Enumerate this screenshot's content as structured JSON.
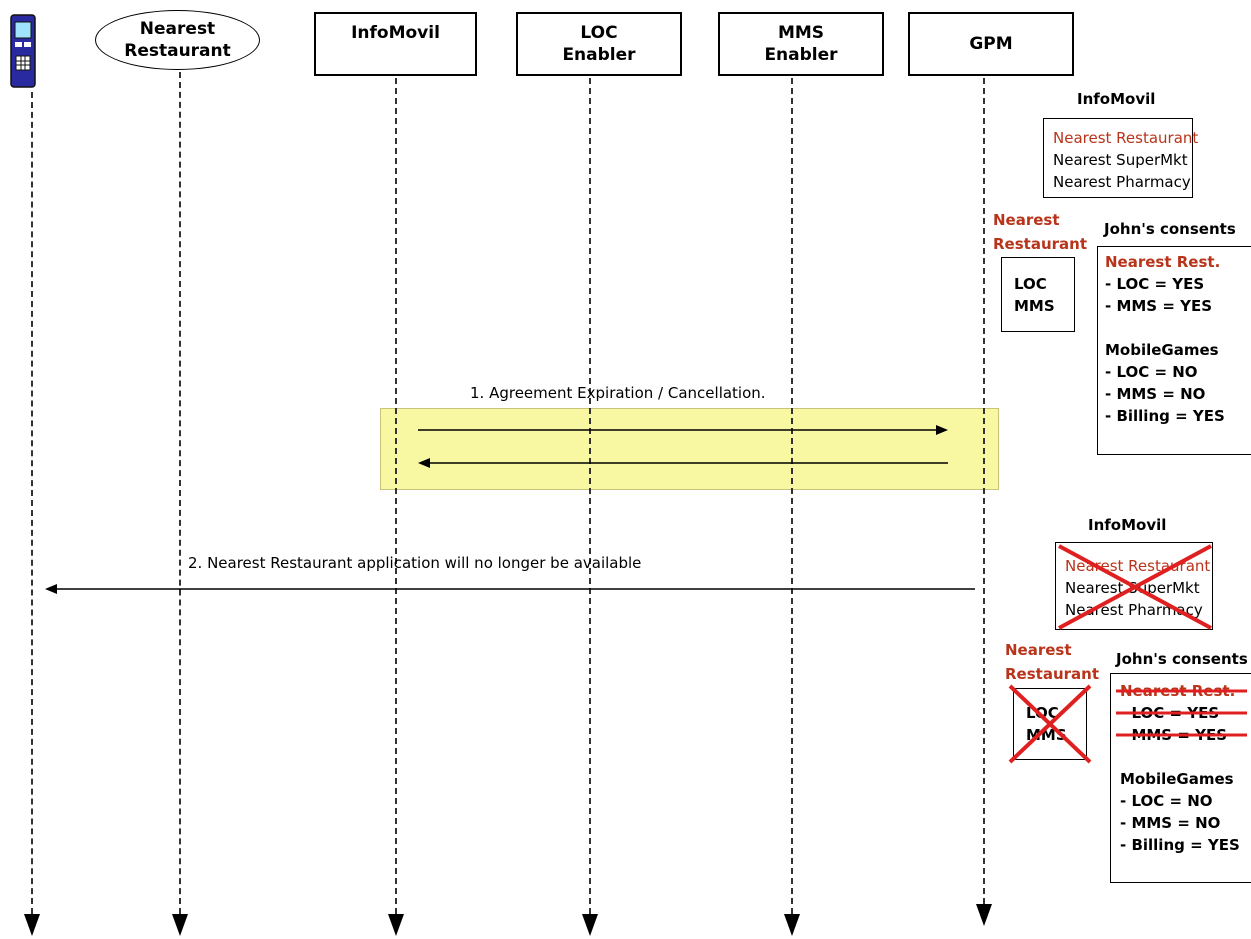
{
  "lanes": {
    "restaurant": "Nearest\nRestaurant",
    "infomovil": "InfoMovil",
    "loc": "LOC\nEnabler",
    "mms": "MMS\nEnabler",
    "gpm": "GPM"
  },
  "messages": {
    "msg1": "1. Agreement Expiration / Cancellation.",
    "msg2": "2. Nearest Restaurant application will no longer be available"
  },
  "state_before": {
    "infomovil_title": "InfoMovil",
    "services": [
      "Nearest Restaurant",
      "Nearest SuperMkt",
      "Nearest Pharmacy"
    ],
    "app_label": "Nearest\nRestaurant",
    "enablers": "LOC\nMMS",
    "consents_title": "John's consents",
    "consents": {
      "app1": "Nearest Rest.",
      "app1_loc": "- LOC = YES",
      "app1_mms": "- MMS = YES",
      "app2": "MobileGames",
      "app2_loc": "- LOC  = NO",
      "app2_mms": "- MMS = NO",
      "app2_billing": "- Billing = YES"
    }
  },
  "state_after": {
    "infomovil_title": "InfoMovil",
    "services": [
      "Nearest Restaurant",
      "Nearest SuperMkt",
      "Nearest Pharmacy"
    ],
    "app_label": "Nearest\nRestaurant",
    "enablers": "LOC\nMMS",
    "consents_title": "John's consents",
    "consents": {
      "app1": "Nearest Rest.",
      "app1_loc": "- LOC  = YES",
      "app1_mms": "- MMS = YES",
      "app2": "MobileGames",
      "app2_loc": "- LOC  = NO",
      "app2_mms": "- MMS = NO",
      "app2_billing": "- Billing = YES"
    }
  },
  "colors": {
    "highlight": "#f8f7a2",
    "accent_text": "#b8341b",
    "cross": "#e02020",
    "phone": "#2a2aa0"
  },
  "icons": {
    "device": "mobile-phone-icon"
  }
}
